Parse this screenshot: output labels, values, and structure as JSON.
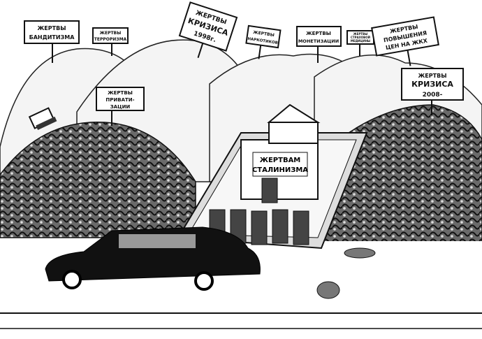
{
  "signs": {
    "banditism": [
      "ЖЕРТВЫ",
      "БАНДИТИЗМА"
    ],
    "terrorism": [
      "ЖЕРТВЫ",
      "ТЕРРОРИЗМА"
    ],
    "crisis1998": [
      "ЖЕРТВЫ",
      "КРИЗИСА",
      "1998г."
    ],
    "drugs": [
      "ЖЕРТВЫ",
      "НАРКОТИКОВ"
    ],
    "monetization": [
      "ЖЕРТВЫ",
      "МОНЕТИЗАЦИИ"
    ],
    "insurance": [
      "ЖЕРТВЫ",
      "СТРАХОВОЙ",
      "МЕДИЦИНЫ"
    ],
    "utilities": [
      "ЖЕРТВЫ",
      "ПОВЫШЕНИЯ",
      "ЦЕН НА ЖКХ"
    ],
    "crisis2008": [
      "ЖЕРТВЫ",
      "КРИЗИСА",
      "2008-"
    ],
    "privatization": [
      "ЖЕРТВЫ",
      "ПРИВАТИ-",
      "ЗАЦИИ"
    ]
  },
  "monument": [
    "ЖЕРТВАМ",
    "СТАЛИНИЗМА"
  ]
}
